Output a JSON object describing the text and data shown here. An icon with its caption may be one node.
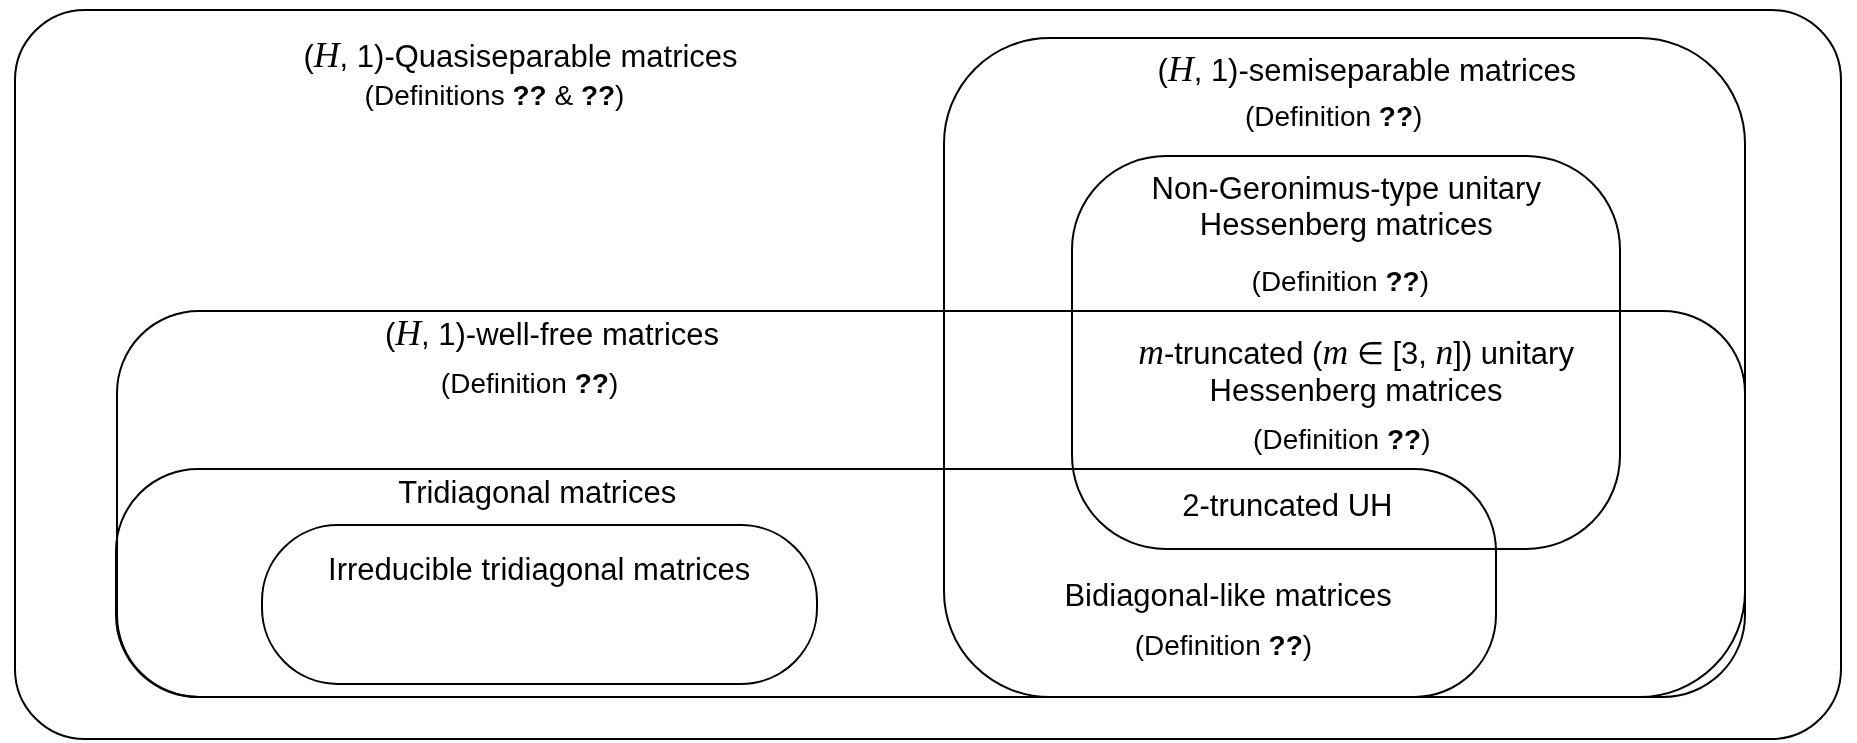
{
  "diagram": {
    "nodes": [
      {
        "text": [
          "(*H*, 1)-Quasiseparable matrices",
          "(Definitions **??** & **??**)"
        ]
      },
      {
        "text": [
          "(*H*, 1)-semiseparable matrices",
          "(Definition **??**)"
        ],
        "in": 0
      },
      {
        "text": [
          "Non-Geronimus-type unitary Hessenberg matrices",
          "(Definition **??**)"
        ],
        "in": 1
      },
      {
        "text": [
          "(*H*, 1)-well-free matrices",
          "(Definition **??**)"
        ],
        "in": 0
      },
      {
        "text": [
          "Tridiagonal matrices"
        ],
        "in": 3
      },
      {
        "text": [
          "Irreducible tridiagonal matrices"
        ],
        "in": 4
      }
    ],
    "labels": [
      "*m*-truncated (*m* ∈ [3, *n*]) unitary Hessenberg matrices",
      "(Definition **??**)",
      "2-truncated UH",
      "Bidiagonal-like matrices",
      "(Definition **??**)"
    ]
  }
}
